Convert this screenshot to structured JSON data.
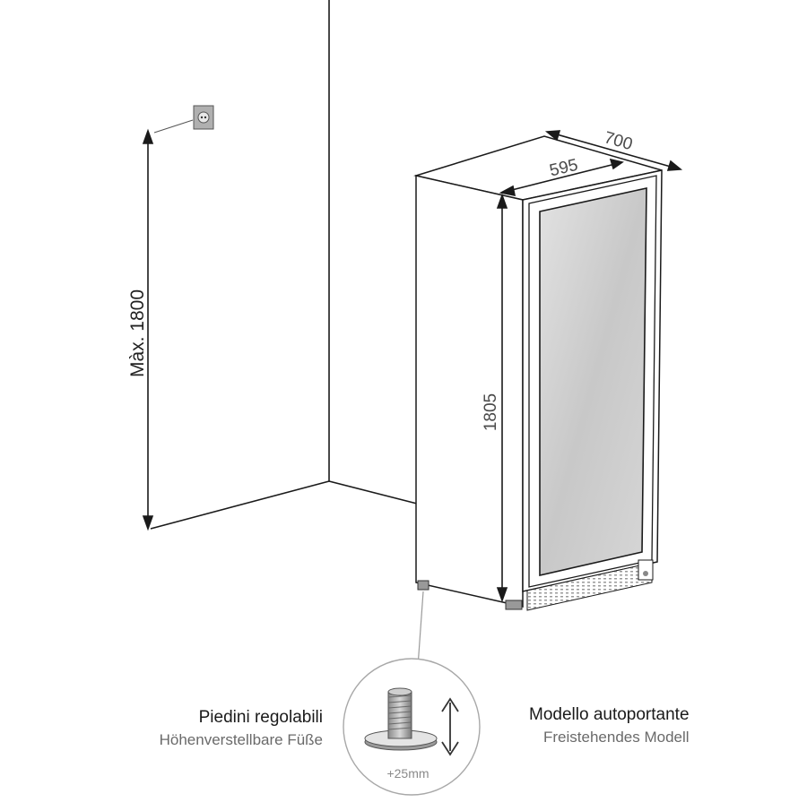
{
  "dimensions": {
    "depth": "700",
    "width": "595",
    "height": "1805",
    "max_height": "Màx. 1800"
  },
  "feet": {
    "title": "Piedini regolabili",
    "subtitle": "Höhenverstellbare Füße",
    "adjust": "+25mm"
  },
  "model": {
    "title": "Modello autoportante",
    "subtitle": "Freistehendes Modell"
  },
  "colors": {
    "line": "#1a1a1a",
    "glass": "#cfcfcf",
    "grey_line": "#9a9a9a"
  }
}
